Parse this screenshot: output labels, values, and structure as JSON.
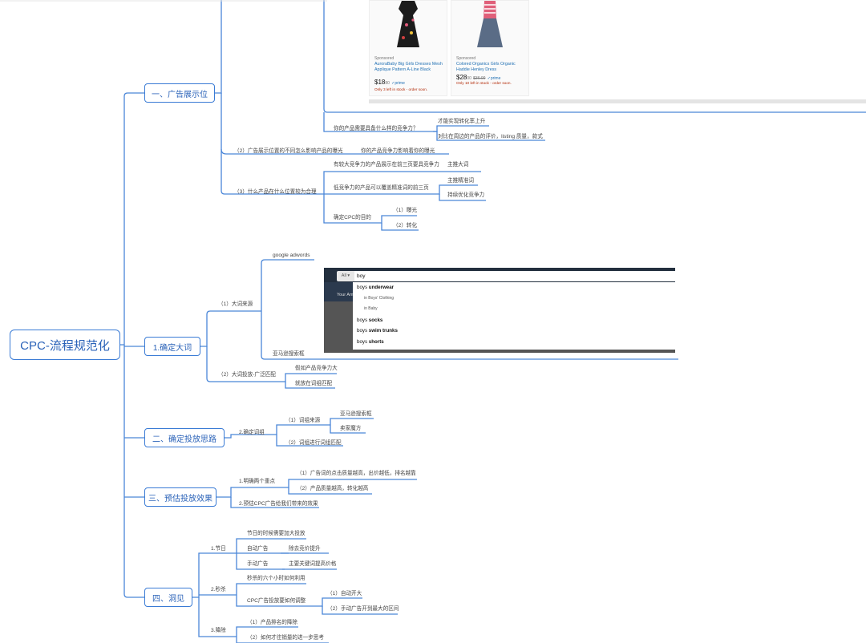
{
  "root": {
    "label": "CPC-流程规范化"
  },
  "branches": {
    "b1": {
      "label": "一、广告展示位",
      "amazon": {
        "products": [
          {
            "sponsored": "Sponsored",
            "title": "AuroraBaby Big Girls Dresses Mesh Applique Pattern A-Line Black",
            "price": "$18",
            "cents": "80",
            "prime": "✓prime",
            "stock": "Only 3 left in stock - order soon."
          },
          {
            "sponsored": "Sponsored",
            "title": "Colored Organics Girls Organic Haddie Henley Dress",
            "price": "$28",
            "cents": "00",
            "old": "$36.00",
            "prime": "✓prime",
            "stock": "Only 10 left in stock - order soon."
          }
        ]
      },
      "q1": "你的产品需要具备什么样的竞争力？",
      "q1_a": "才能实现转化率上升",
      "q1_b": "对比在周边的产品的评价，listing 质量，款式",
      "n2": "（2）广告展示位置的不同怎么影响产品的曝光",
      "n2_a": "你的产品竞争力影响着你的曝光",
      "n3": "（3）什么产品在什么位置较为合理",
      "n3_a": "有较大竞争力的产品展示在前三页要具竞争力",
      "n3_a1": "主推大词",
      "n3_b": "低竞争力的产品可以覆盖精准词的前三页",
      "n3_b1": "主推精准词",
      "n3_b2": "持续优化竞争力",
      "n3_c": "确定CPC的目的",
      "n3_c1": "（1）曝光",
      "n3_c2": "（2）转化"
    },
    "b2": {
      "label": "1.确定大词",
      "s1": "（1）大词来源",
      "s1_a": "google adwords",
      "s1_b": "亚马逊搜索框",
      "search": {
        "all": "All",
        "query": "boy",
        "your": "Your Am",
        "suggestions": [
          {
            "pre": "boys ",
            "bold": "underwear",
            "sub": false
          },
          {
            "pre": "in Boys' Clothing",
            "bold": "",
            "sub": true
          },
          {
            "pre": "in Baby",
            "bold": "",
            "sub": true
          },
          {
            "pre": "boys ",
            "bold": "socks",
            "sub": false
          },
          {
            "pre": "boys ",
            "bold": "swim trunks",
            "sub": false
          },
          {
            "pre": "boys ",
            "bold": "shorts",
            "sub": false
          }
        ]
      },
      "s2": "（2）大词投放-广泛匹配",
      "s2_a": "假如产品竞争力大",
      "s2_b": "就放在词组匹配"
    },
    "b3": {
      "label": "二、确定投放思路",
      "s1": "2.确定词组",
      "s1_a": "（1）词组来源",
      "s1_a1": "亚马逊搜索框",
      "s1_a2": "卖家魔方",
      "s1_b": "（2）词组进行词组匹配"
    },
    "b4": {
      "label": "三、预估投放效果",
      "s1": "1.明确两个重点",
      "s1_a": "（1）广告词的点击质量越高，出价越低，排名越靠",
      "s1_b": "（2）产品质量越高，转化越高",
      "s2": "2.预估CPC广告给我们带来的效果"
    },
    "b5": {
      "label": "四、洞见",
      "s1": "1.节日",
      "s1_a": "节日的时候需要加大投放",
      "s1_b": "自动广告",
      "s1_b1": "除去竞价提升",
      "s1_c": "手动广告",
      "s1_c1": "主要关键词提高价格",
      "s2": "2.秒杀",
      "s2_a": "秒杀的六个小时如何利用",
      "s2_b": "CPC广告投放要如何调整",
      "s2_b1": "（1）自动开大",
      "s2_b2": "（2）手动广告开到最大的区间",
      "s3": "3.降除",
      "s3_a": "（1）产品排名的降除",
      "s3_b": "（2）如何才往销量的进一步思考"
    }
  },
  "colors": {
    "line": "#4a86d8",
    "box_border": "#3a7bd5",
    "text": "#444444"
  }
}
